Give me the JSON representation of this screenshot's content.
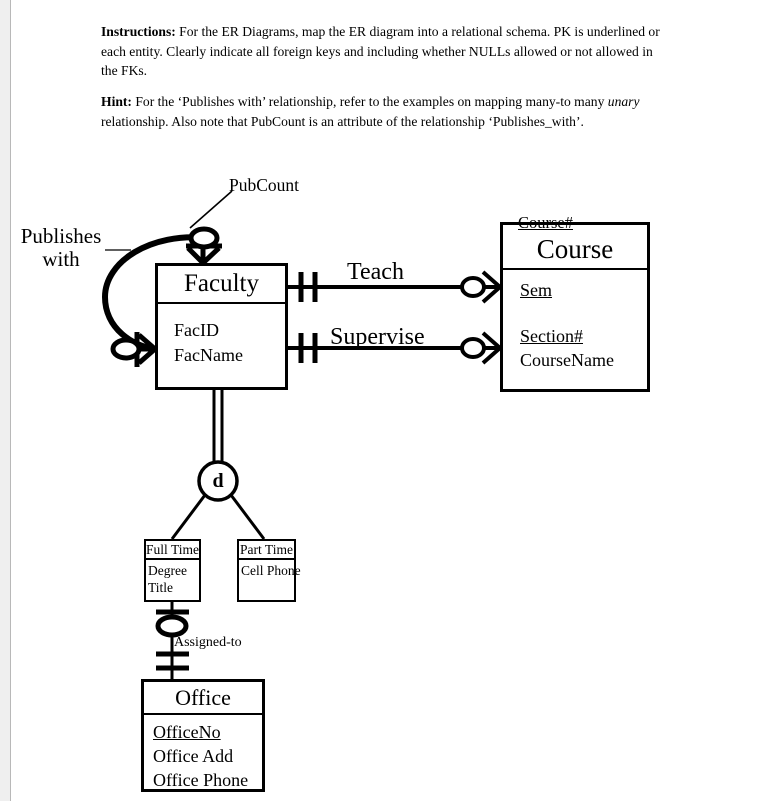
{
  "document": {
    "instructions": {
      "lead": "Instructions:",
      "body": " For the ER Diagrams, map the ER diagram into a relational schema. PK is underlined or each entity. Clearly indicate all foreign keys and including whether NULLs allowed or not allowed in the FKs."
    },
    "hint": {
      "lead": "Hint:",
      "part1": " For the ‘Publishes with’ relationship, refer to the examples on mapping many-to many ",
      "emphasis": "unary",
      "part2": " relationship. Also note that PubCount is an attribute of the relationship ‘Publishes_with’."
    }
  },
  "diagram": {
    "type": "er-diagram",
    "notation": "crows-foot",
    "entities": [
      {
        "id": "faculty",
        "name": "Faculty",
        "attributes": [
          "FacID",
          "FacName"
        ],
        "primary_key": null
      },
      {
        "id": "course",
        "name": "Course",
        "key_overlay": "Course#",
        "attributes": [
          "Sem",
          "Section#",
          "CourseName"
        ],
        "underlined_attributes": [
          "Sem",
          "Section#"
        ]
      },
      {
        "id": "fulltime",
        "name": "Full Time",
        "attributes": [
          "Degree",
          "Title"
        ],
        "subtype_of": "Faculty"
      },
      {
        "id": "parttime",
        "name": "Part Time",
        "attributes": [
          "Cell Phone"
        ],
        "subtype_of": "Faculty"
      },
      {
        "id": "office",
        "name": "Office",
        "attributes": [
          "OfficeNo",
          "Office Add",
          "Office Phone"
        ],
        "underlined_attributes": [
          "OfficeNo"
        ]
      }
    ],
    "relationships": [
      {
        "id": "publishes-with",
        "label": "Publishes\nwith",
        "label_line1": "Publishes",
        "label_line2": "with",
        "kind": "unary-recursive",
        "from": "Faculty",
        "to": "Faculty",
        "from_cardinality": "zero-or-many",
        "to_cardinality": "zero-or-many",
        "attribute": "PubCount"
      },
      {
        "id": "teach",
        "label": "Teach",
        "from": "Faculty",
        "to": "Course",
        "from_cardinality": "one-and-only-one",
        "to_cardinality": "zero-or-many"
      },
      {
        "id": "supervise",
        "label": "Supervise",
        "from": "Faculty",
        "to": "Course",
        "from_cardinality": "one-and-only-one",
        "to_cardinality": "zero-or-many"
      },
      {
        "id": "assigned-to",
        "label": "Assigned-to",
        "from": "Full Time",
        "to": "Office",
        "from_cardinality": "zero-or-one",
        "to_cardinality": "one-and-only-one"
      }
    ],
    "specialization": {
      "id": "faculty-specialization",
      "symbol": "d",
      "meaning": "disjoint",
      "completeness": "total",
      "supertype": "Faculty",
      "subtypes": [
        "Full Time",
        "Part Time"
      ]
    }
  },
  "colors": {
    "ink": "#000000",
    "page": "#ffffff",
    "gutter": "#efefef",
    "gutter_rule": "#b8b8b8"
  }
}
